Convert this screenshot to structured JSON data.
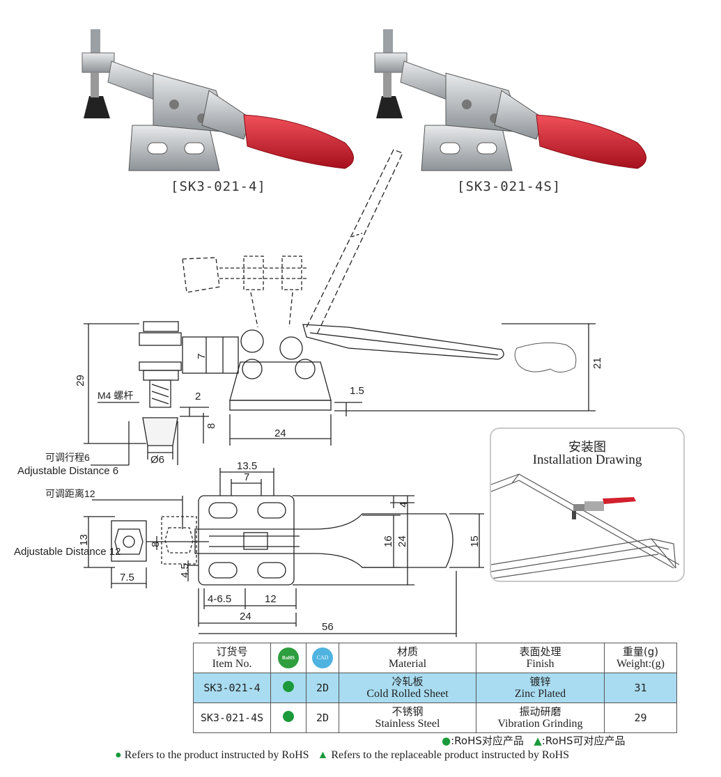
{
  "products": [
    {
      "caption": "[SK3-021-4]"
    },
    {
      "caption": "[SK3-021-4S]"
    }
  ],
  "drawing": {
    "dim_29": "29",
    "dim_7": "7",
    "dim_21": "21",
    "dim_2": "2",
    "dim_8": "8",
    "dim_1_5": "1.5",
    "dim_24_side": "24",
    "dim_d6": "Ø6",
    "m4_label": "M4 螺杆",
    "adj6_cn": "可调行程6",
    "adj6_en": "Adjustable Distance 6",
    "dim_13_5": "13.5",
    "dim_7_top": "7",
    "adj12_cn": "可调距离12",
    "adj12_en": "Adjustable Distance 12",
    "dim_13": "13",
    "dim_8_nut": "8",
    "dim_4": "4",
    "dim_16": "16",
    "dim_24_v": "24",
    "dim_15": "15",
    "dim_4_5": "4.5",
    "dim_7_5": "7.5",
    "dim_4_6_5": "4-6.5",
    "dim_12": "12",
    "dim_24_bot": "24",
    "dim_56": "56"
  },
  "installation": {
    "title_cn": "安装图",
    "title_en": "Installation Drawing"
  },
  "table": {
    "headers": {
      "item_cn": "订货号",
      "item_en": "Item No.",
      "rohs_icon": "RoHS",
      "cad_icon": "CAD",
      "material_cn": "材质",
      "material_en": "Material",
      "finish_cn": "表面处理",
      "finish_en": "Finish",
      "weight_cn": "重量(g)",
      "weight_en": "Weight:(g)"
    },
    "rows": [
      {
        "item": "SK3-021-4",
        "cad": "2D",
        "material_cn": "冷轧板",
        "material_en": "Cold Rolled Sheet",
        "finish_cn": "镀锌",
        "finish_en": "Zinc Plated",
        "weight": "31"
      },
      {
        "item": "SK3-021-4S",
        "cad": "2D",
        "material_cn": "不锈钢",
        "material_en": "Stainless Steel",
        "finish_cn": "振动研磨",
        "finish_en": "Vibration Grinding",
        "weight": "29"
      }
    ]
  },
  "legend": {
    "line1_a": ":RoHS对应产品",
    "line1_b": ":RoHS可对应产品",
    "line2_a": "Refers to the product instructed by RoHS",
    "line2_b": "Refers to the replaceable product instructed by RoHS"
  },
  "colors": {
    "handle_red": "#d3202e",
    "rohs_green": "#1a9a3a",
    "row_blue": "#a9dcf0",
    "steel": "#b8bcc0"
  }
}
